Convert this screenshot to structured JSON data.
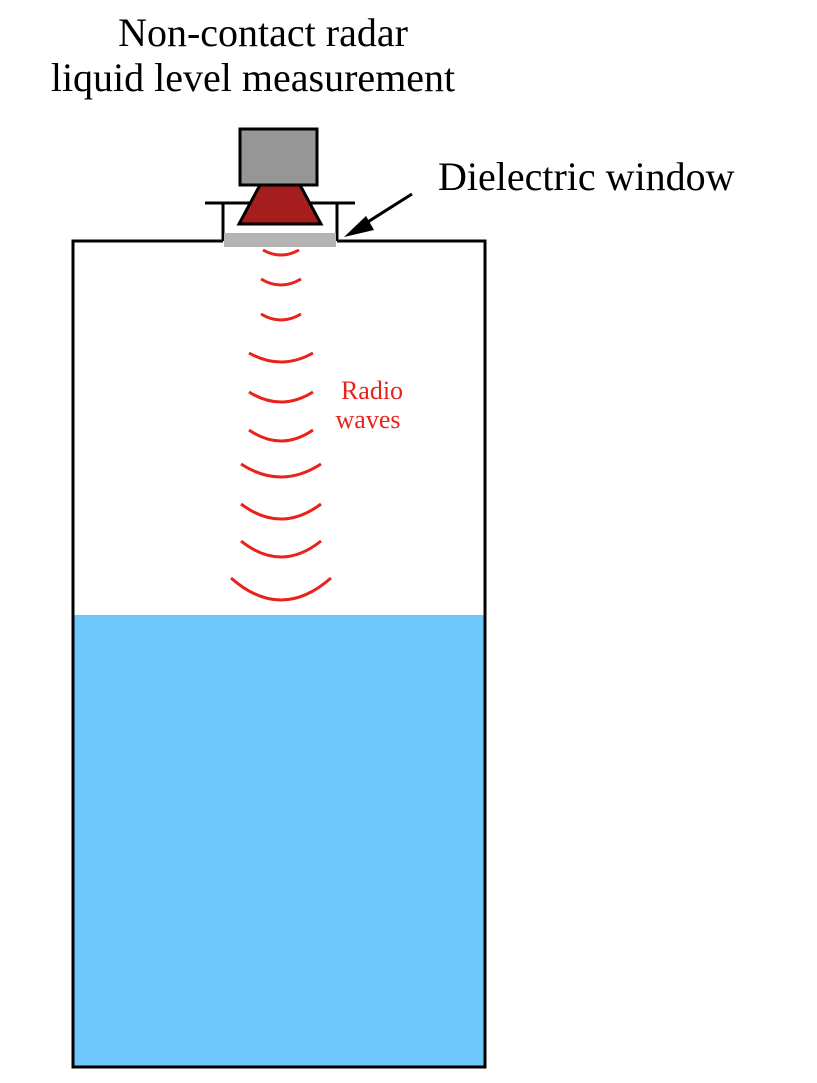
{
  "diagram": {
    "title": {
      "line1": "Non-contact radar",
      "line2": "liquid level measurement"
    },
    "labels": {
      "dielectric_window": "Dielectric window",
      "radio_waves_line1": "Radio",
      "radio_waves_line2": "waves"
    },
    "colors": {
      "outline": "#000000",
      "liquid": "#6ec8fc",
      "transmitter_housing": "#969696",
      "antenna_horn": "#a61d1d",
      "dielectric_window": "#b4b4b4",
      "radio_waves": "#e8231c"
    },
    "radio_wave_count": 10
  }
}
